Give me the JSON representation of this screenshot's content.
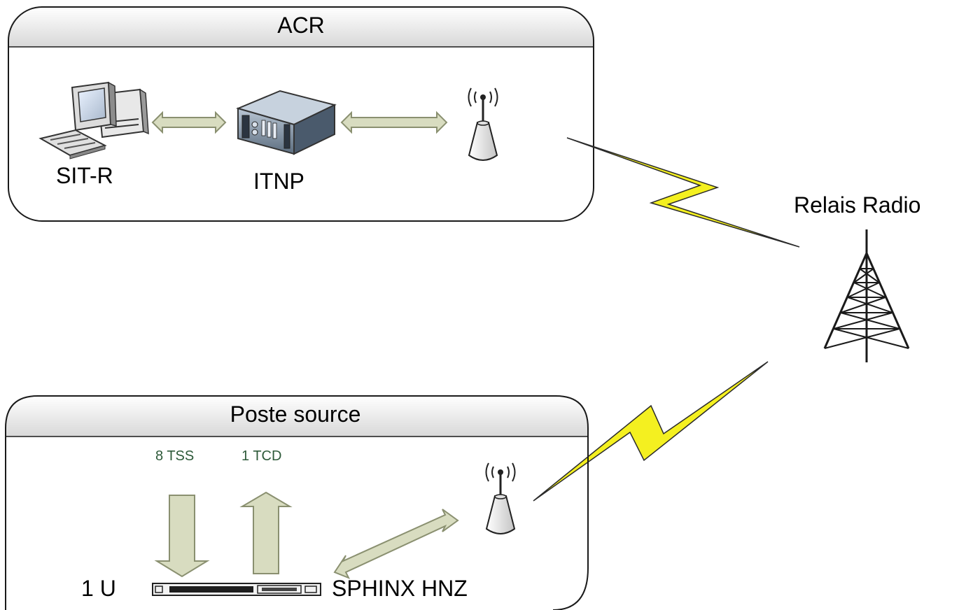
{
  "acr": {
    "title": "ACR",
    "sit_r_label": "SIT-R",
    "itnp_label": "ITNP"
  },
  "relay": {
    "label": "Relais Radio"
  },
  "poste": {
    "title": "Poste source",
    "tss_label": "8 TSS",
    "tcd_label": "1 TCD",
    "u_label": "1 U",
    "sphinx_label": "SPHINX HNZ"
  },
  "colors": {
    "lightning": "#f4f020",
    "arrow_fill": "#d8dcc0",
    "arrow_stroke": "#8a9070",
    "header_fill": "#e6e6e6",
    "small_label": "#2e5a3a"
  }
}
